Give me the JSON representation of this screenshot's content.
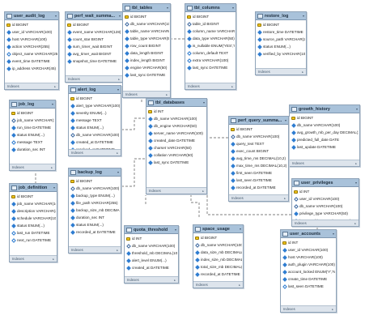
{
  "colors": {
    "header": "#a9c2da",
    "border": "#8fa3b8",
    "line": "#555555",
    "pk": "#f0c419",
    "nn": "#2f7dd1"
  },
  "indexes_label": "Indexes",
  "tables": [
    {
      "id": "user_audit_log",
      "title": "user_audit_log",
      "columns": [
        {
          "k": "pk",
          "text": "id BIGINT"
        },
        {
          "k": "nn",
          "text": "user_id VARCHAR(100)"
        },
        {
          "k": "nn",
          "text": "host VARCHAR(100)"
        },
        {
          "k": "nn",
          "text": "action VARCHAR(255)"
        },
        {
          "k": "nl",
          "text": "object_name VARCHAR(255)"
        },
        {
          "k": "nn",
          "text": "event_time DATETIME"
        },
        {
          "k": "nn",
          "text": "ip_address VARCHAR(45)"
        }
      ]
    },
    {
      "id": "perf_wait_summary",
      "title": "perf_wait_summa...",
      "columns": [
        {
          "k": "pk",
          "text": "id BIGINT"
        },
        {
          "k": "nn",
          "text": "event_name VARCHAR(128)"
        },
        {
          "k": "nn",
          "text": "count_star BIGINT"
        },
        {
          "k": "nn",
          "text": "sum_timer_wait BIGINT"
        },
        {
          "k": "nn",
          "text": "avg_timer_wait BIGINT"
        },
        {
          "k": "nn",
          "text": "snapshot_time DATETIME"
        }
      ]
    },
    {
      "id": "tbl_tables",
      "title": "tbl_tables",
      "columns": [
        {
          "k": "pk",
          "text": "id BIGINT"
        },
        {
          "k": "fk",
          "text": "db_name VARCHAR(100)"
        },
        {
          "k": "nn",
          "text": "table_name VARCHAR(100)"
        },
        {
          "k": "nn",
          "text": "table_type VARCHAR(50)"
        },
        {
          "k": "nn",
          "text": "row_count BIGINT"
        },
        {
          "k": "nn",
          "text": "data_length BIGINT"
        },
        {
          "k": "nn",
          "text": "index_length BIGINT"
        },
        {
          "k": "nn",
          "text": "engine VARCHAR(50)"
        },
        {
          "k": "nn",
          "text": "last_sync DATETIME"
        }
      ]
    },
    {
      "id": "tbl_columns",
      "title": "tbl_columns",
      "columns": [
        {
          "k": "pk",
          "text": "id BIGINT"
        },
        {
          "k": "fk",
          "text": "table_id BIGINT"
        },
        {
          "k": "nn",
          "text": "column_name VARCHAR(100)"
        },
        {
          "k": "nn",
          "text": "data_type VARCHAR(50)"
        },
        {
          "k": "nn",
          "text": "is_nullable ENUM('YES','NO')"
        },
        {
          "k": "nl",
          "text": "column_default TEXT"
        },
        {
          "k": "nl",
          "text": "extra VARCHAR(100)"
        },
        {
          "k": "nn",
          "text": "last_sync DATETIME"
        }
      ]
    },
    {
      "id": "restore_log",
      "title": "restore_log",
      "columns": [
        {
          "k": "pk",
          "text": "id BIGINT"
        },
        {
          "k": "nn",
          "text": "restore_time DATETIME"
        },
        {
          "k": "nn",
          "text": "source_path VARCHAR(255)"
        },
        {
          "k": "nn",
          "text": "status ENUM(...)"
        },
        {
          "k": "nn",
          "text": "verified_by VARCHAR(100)"
        }
      ]
    },
    {
      "id": "growth_history",
      "title": "growth_history",
      "columns": [
        {
          "k": "pk",
          "text": "id BIGINT"
        },
        {
          "k": "nn",
          "text": "db_name VARCHAR(100)"
        },
        {
          "k": "nn",
          "text": "avg_growth_mb_per_day DECIMAL(10,..."
        },
        {
          "k": "nn",
          "text": "predicted_full_date DATE"
        },
        {
          "k": "nn",
          "text": "last_update DATETIME"
        }
      ]
    },
    {
      "id": "alert_log",
      "title": "alert_log",
      "columns": [
        {
          "k": "pk",
          "text": "id BIGINT"
        },
        {
          "k": "nn",
          "text": "alert_type VARCHAR(100)"
        },
        {
          "k": "nn",
          "text": "severity ENUM(...)"
        },
        {
          "k": "nn",
          "text": "message TEXT"
        },
        {
          "k": "nn",
          "text": "status ENUM(...)"
        },
        {
          "k": "fk",
          "text": "db_name VARCHAR(100)"
        },
        {
          "k": "nn",
          "text": "created_at DATETIME"
        },
        {
          "k": "nl",
          "text": "resolved_at DATETIME"
        }
      ]
    },
    {
      "id": "job_log",
      "title": "job_log",
      "columns": [
        {
          "k": "pk",
          "text": "id BIGINT"
        },
        {
          "k": "fk",
          "text": "job_name VARCHAR(100)"
        },
        {
          "k": "nn",
          "text": "run_time DATETIME"
        },
        {
          "k": "nn",
          "text": "status ENUM(...)"
        },
        {
          "k": "nl",
          "text": "message TEXT"
        },
        {
          "k": "nn",
          "text": "duration_sec INT"
        }
      ]
    },
    {
      "id": "tbl_databases",
      "title": "tbl_databases",
      "columns": [
        {
          "k": "pk",
          "text": "id INT"
        },
        {
          "k": "nn",
          "text": "db_name VARCHAR(100)"
        },
        {
          "k": "nn",
          "text": "db_engine VARCHAR(50)"
        },
        {
          "k": "nn",
          "text": "server_name VARCHAR(100)"
        },
        {
          "k": "nn",
          "text": "created_date DATETIME"
        },
        {
          "k": "nn",
          "text": "charset VARCHAR(50)"
        },
        {
          "k": "nn",
          "text": "collation VARCHAR(50)"
        },
        {
          "k": "nn",
          "text": "last_sync DATETIME"
        }
      ]
    },
    {
      "id": "perf_query_summary",
      "title": "perf_query_summa...",
      "columns": [
        {
          "k": "pk",
          "text": "id BIGINT"
        },
        {
          "k": "fk",
          "text": "db_name VARCHAR(100)"
        },
        {
          "k": "nn",
          "text": "query_text TEXT"
        },
        {
          "k": "nn",
          "text": "exec_count BIGINT"
        },
        {
          "k": "nn",
          "text": "avg_time_ms DECIMAL(10,2)"
        },
        {
          "k": "nn",
          "text": "max_time_ms DECIMAL(10,2)"
        },
        {
          "k": "nn",
          "text": "first_seen DATETIME"
        },
        {
          "k": "nn",
          "text": "last_seen DATETIME"
        },
        {
          "k": "nn",
          "text": "recorded_at DATETIME"
        }
      ]
    },
    {
      "id": "job_definition",
      "title": "job_definition",
      "columns": [
        {
          "k": "pk",
          "text": "id BIGINT"
        },
        {
          "k": "nn",
          "text": "job_name VARCHAR(100)"
        },
        {
          "k": "nn",
          "text": "description VARCHAR(255)"
        },
        {
          "k": "nn",
          "text": "schedule VARCHAR(100)"
        },
        {
          "k": "nn",
          "text": "status ENUM(...)"
        },
        {
          "k": "nl",
          "text": "last_run DATETIME"
        },
        {
          "k": "nl",
          "text": "next_run DATETIME"
        }
      ]
    },
    {
      "id": "backup_log",
      "title": "backup_log",
      "columns": [
        {
          "k": "pk",
          "text": "id BIGINT"
        },
        {
          "k": "fk",
          "text": "db_name VARCHAR(100)"
        },
        {
          "k": "nn",
          "text": "backup_type ENUM(...)"
        },
        {
          "k": "nn",
          "text": "file_path VARCHAR(255)"
        },
        {
          "k": "nn",
          "text": "backup_size_mb DECIMAL(10,2)"
        },
        {
          "k": "nn",
          "text": "duration_sec INT"
        },
        {
          "k": "nn",
          "text": "status ENUM(...)"
        },
        {
          "k": "nn",
          "text": "recorded_at DATETIME"
        }
      ]
    },
    {
      "id": "user_privileges",
      "title": "user_privileges",
      "columns": [
        {
          "k": "pk",
          "text": "id INT"
        },
        {
          "k": "fk",
          "text": "user_id VARCHAR(100)"
        },
        {
          "k": "fk",
          "text": "db_name VARCHAR(100)"
        },
        {
          "k": "nn",
          "text": "privilege_type VARCHAR(50)"
        },
        {
          "k": "nn",
          "text": "is_grantable ENUM('YES','NO')"
        }
      ]
    },
    {
      "id": "quota_threshold",
      "title": "quota_threshold",
      "columns": [
        {
          "k": "pk",
          "text": "id INT"
        },
        {
          "k": "fk",
          "text": "db_name VARCHAR(100)"
        },
        {
          "k": "nn",
          "text": "threshold_mb DECIMAL(10,2)"
        },
        {
          "k": "nn",
          "text": "alert_level ENUM(...)"
        },
        {
          "k": "nn",
          "text": "created_at DATETIME"
        }
      ]
    },
    {
      "id": "space_usage",
      "title": "space_usage",
      "columns": [
        {
          "k": "pk",
          "text": "id BIGINT"
        },
        {
          "k": "fk",
          "text": "db_name VARCHAR(100)"
        },
        {
          "k": "nn",
          "text": "data_size_mb DECIMAL(10,2)"
        },
        {
          "k": "nn",
          "text": "index_size_mb DECIMAL(10,2)"
        },
        {
          "k": "nn",
          "text": "total_size_mb DECIMAL(10,2)"
        },
        {
          "k": "nn",
          "text": "recorded_at DATETIME"
        }
      ]
    },
    {
      "id": "user_accounts",
      "title": "user_accounts",
      "columns": [
        {
          "k": "pk",
          "text": "id INT"
        },
        {
          "k": "nn",
          "text": "user_id VARCHAR(100)"
        },
        {
          "k": "nn",
          "text": "host VARCHAR(100)"
        },
        {
          "k": "nn",
          "text": "auth_plugin VARCHAR(100)"
        },
        {
          "k": "nn",
          "text": "account_locked ENUM('Y','N')"
        },
        {
          "k": "nn",
          "text": "create_time DATETIME"
        },
        {
          "k": "nl",
          "text": "last_seen DATETIME"
        }
      ]
    }
  ]
}
